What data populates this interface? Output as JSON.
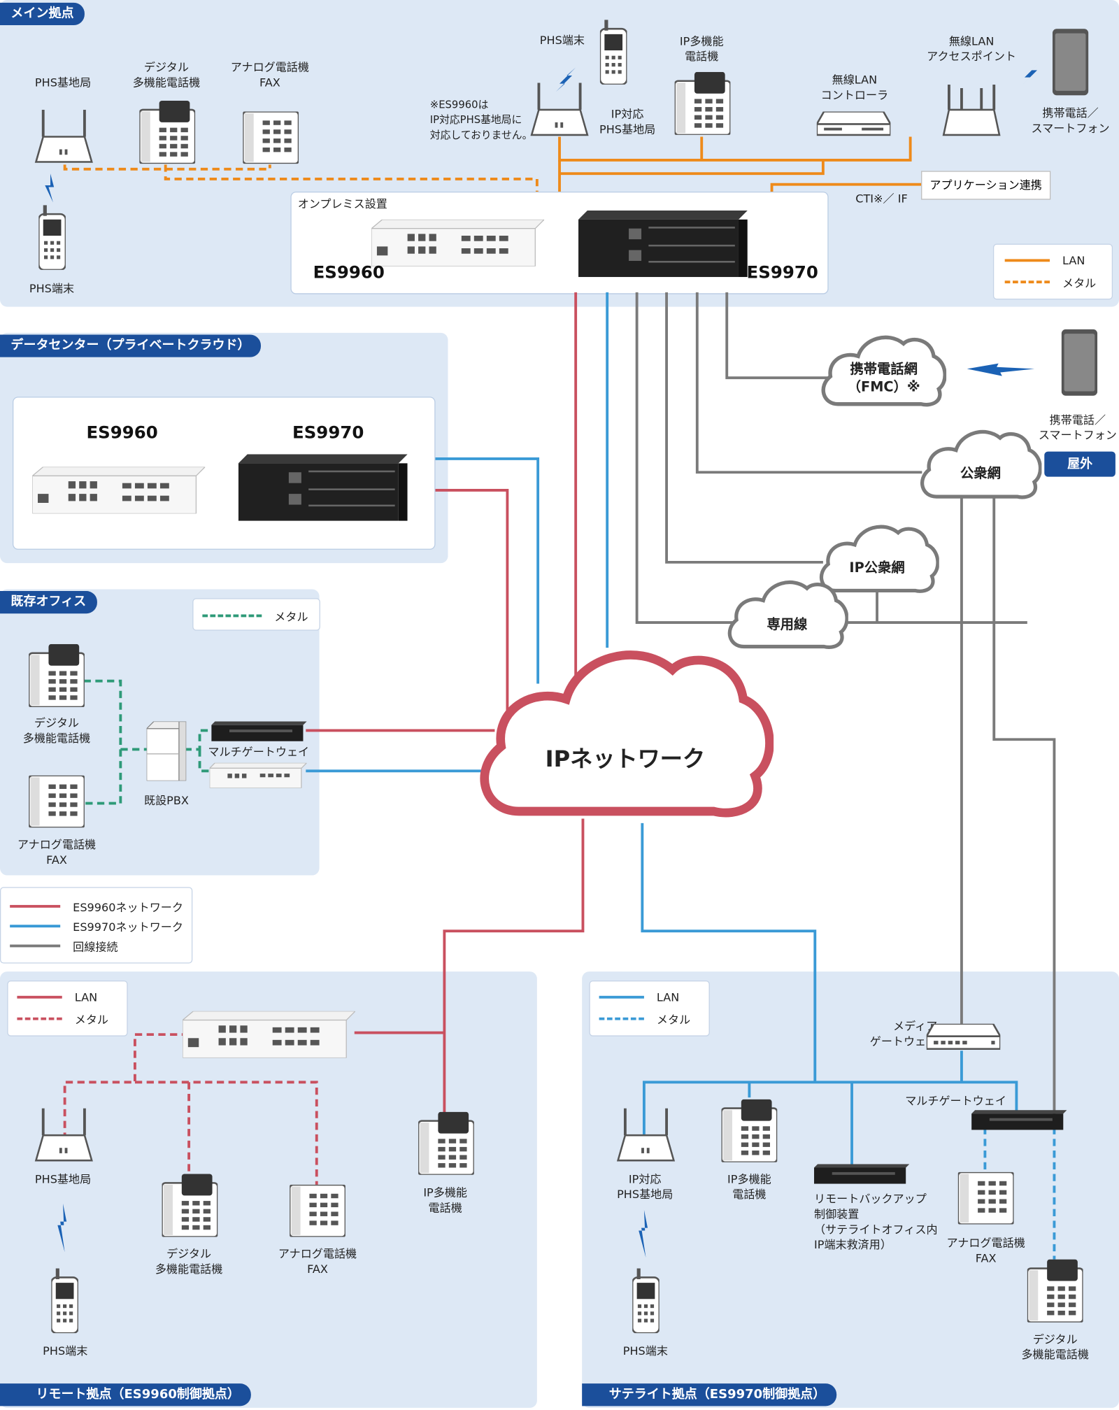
{
  "zones": {
    "main": "メイン拠点",
    "datacenter": "データセンター（プライベートクラウド）",
    "existing_office": "既存オフィス",
    "remote": "リモート拠点（ES9960制御拠点）",
    "satellite": "サテライト拠点（ES9970制御拠点）"
  },
  "main": {
    "phs_base": "PHS基地局",
    "digital_phone": "デジタル\n多機能電話機",
    "analog_fax": "アナログ電話機\nFAX",
    "phs_terminal_left": "PHS端末",
    "note": "※ES9960は\nIP対応PHS基地局に\n対応しておりません。",
    "phs_terminal_top": "PHS端末",
    "ip_phs_base": "IP対応\nPHS基地局",
    "ip_multi_phone": "IP多機能\n電話機",
    "wlan_controller": "無線LAN\nコントローラ",
    "wlan_ap": "無線LAN\nアクセスポイント",
    "smartphone": "携帯電話／\nスマートフォン",
    "app_integration": "アプリケーション連携",
    "cti_if": "CTI※／ IF",
    "onprem_label": "オンプレミス設置",
    "es9960": "ES9960",
    "es9970": "ES9970",
    "legend_lan": "LAN",
    "legend_metal": "メタル"
  },
  "datacenter": {
    "es9960": "ES9960",
    "es9970": "ES9970"
  },
  "existing": {
    "legend_metal": "メタル",
    "digital_phone": "デジタル\n多機能電話機",
    "analog_fax": "アナログ電話機\nFAX",
    "existing_pbx": "既設PBX",
    "multi_gateway": "マルチゲートウェイ"
  },
  "network_legend": {
    "es9960_net": "ES9960ネットワーク",
    "es9970_net": "ES9970ネットワーク",
    "line_conn": "回線接続"
  },
  "clouds": {
    "mobile_net": "携帯電話網\n（FMC）※",
    "public_net": "公衆網",
    "ip_public_net": "IP公衆網",
    "leased_line": "専用線",
    "ip_network": "IPネットワーク"
  },
  "outdoor": {
    "smartphone": "携帯電話／\nスマートフォン",
    "tag": "屋外"
  },
  "remote": {
    "legend_lan": "LAN",
    "legend_metal": "メタル",
    "phs_base": "PHS基地局",
    "phs_terminal": "PHS端末",
    "digital_phone": "デジタル\n多機能電話機",
    "analog_fax": "アナログ電話機\nFAX",
    "ip_multi_phone": "IP多機能\n電話機"
  },
  "satellite": {
    "legend_lan": "LAN",
    "legend_metal": "メタル",
    "media_gateway": "メディア\nゲートウェイ",
    "multi_gateway": "マルチゲートウェイ",
    "ip_phs_base": "IP対応\nPHS基地局",
    "ip_multi_phone": "IP多機能\n電話機",
    "remote_backup": "リモートバックアップ\n制御装置\n（サテライトオフィス内\nIP端末救済用）",
    "analog_fax": "アナログ電話機\nFAX",
    "digital_phone": "デジタル\n多機能電話機",
    "phs_terminal": "PHS端末"
  },
  "colors": {
    "es9960": "#c9505f",
    "es9970": "#3a9ad6",
    "line": "#7a7a7a",
    "lan_main": "#ee8a1a",
    "zone_bg": "#dde8f5",
    "zone_tag": "#1b4f9b"
  }
}
